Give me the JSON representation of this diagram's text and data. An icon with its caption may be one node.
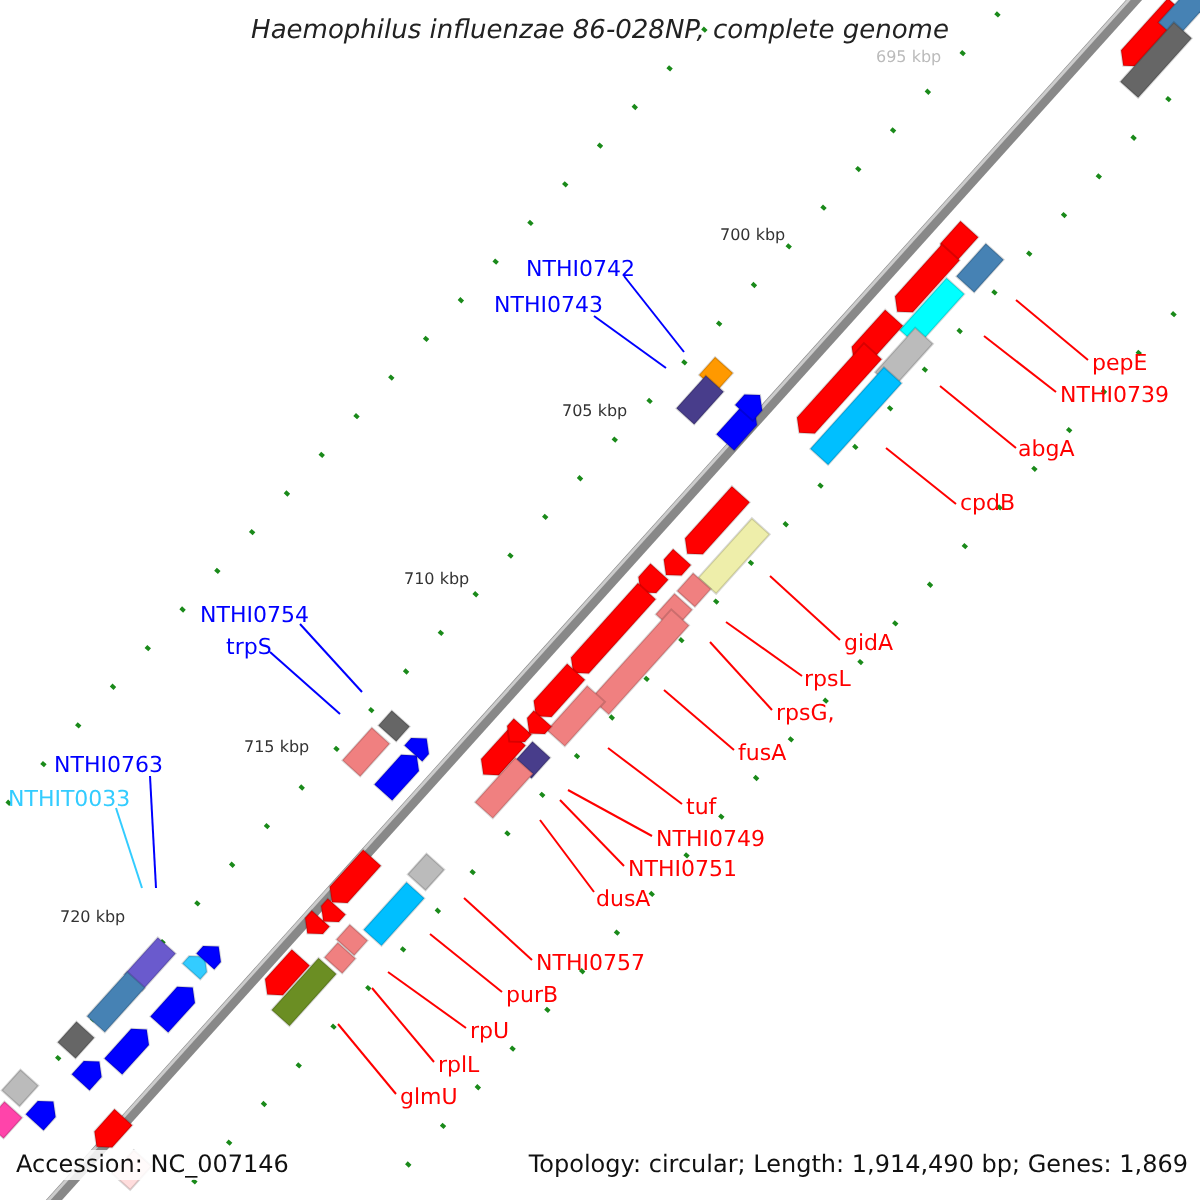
{
  "diagram": {
    "title": "Haemophilus influenzae 86-028NP, complete genome",
    "nodes": [
      {
        "text": [
          "NTHI0742"
        ]
      },
      {
        "text": [
          "NTHI0743"
        ]
      },
      {
        "text": [
          "pepE"
        ]
      },
      {
        "text": [
          "NTHI0739"
        ]
      },
      {
        "text": [
          "abgA"
        ]
      },
      {
        "text": [
          "cpdB"
        ]
      },
      {
        "text": [
          "gidA"
        ]
      },
      {
        "text": [
          "NTHI0754"
        ]
      },
      {
        "text": [
          "trpS"
        ]
      },
      {
        "text": [
          "rpsL"
        ]
      },
      {
        "text": [
          "rpsG,"
        ]
      },
      {
        "text": [
          "fusA"
        ]
      },
      {
        "text": [
          "NTHI0763"
        ]
      },
      {
        "text": [
          "NTHIT0033"
        ]
      },
      {
        "text": [
          "tuf"
        ]
      },
      {
        "text": [
          "NTHI0749"
        ]
      },
      {
        "text": [
          "NTHI0751"
        ]
      },
      {
        "text": [
          "dusA"
        ]
      },
      {
        "text": [
          "NTHI0757"
        ]
      },
      {
        "text": [
          "purB"
        ]
      },
      {
        "text": [
          "rpU"
        ]
      },
      {
        "text": [
          "rplL"
        ]
      },
      {
        "text": [
          "glmU"
        ]
      }
    ],
    "edges": [
      {
        "from": 0,
        "to": null,
        "arrow": "none",
        "color": "#0000ff"
      },
      {
        "from": 1,
        "to": null,
        "arrow": "none",
        "color": "#0000ff"
      },
      {
        "from": 2,
        "to": null,
        "arrow": "none"
      },
      {
        "from": 3,
        "to": null,
        "arrow": "none"
      },
      {
        "from": 4,
        "to": null,
        "arrow": "none"
      },
      {
        "from": 5,
        "to": null,
        "arrow": "none"
      },
      {
        "from": 6,
        "to": null,
        "arrow": "none"
      },
      {
        "from": 7,
        "to": null,
        "arrow": "none",
        "color": "#0000ff"
      },
      {
        "from": 8,
        "to": null,
        "arrow": "none",
        "color": "#0000ff"
      },
      {
        "from": 9,
        "to": null,
        "arrow": "none"
      },
      {
        "from": 10,
        "to": null,
        "arrow": "none"
      },
      {
        "from": 11,
        "to": null,
        "arrow": "none"
      },
      {
        "from": 12,
        "to": null,
        "arrow": "none",
        "color": "#0000ff"
      },
      {
        "from": 13,
        "to": null,
        "arrow": "none",
        "color": "#33ccff"
      },
      {
        "from": 14,
        "to": null,
        "arrow": "none"
      },
      {
        "from": 15,
        "to": null,
        "arrow": "none"
      },
      {
        "from": 16,
        "to": null,
        "arrow": "none"
      },
      {
        "from": 17,
        "to": null,
        "arrow": "none"
      },
      {
        "from": 18,
        "to": null,
        "arrow": "none"
      },
      {
        "from": 19,
        "to": null,
        "arrow": "none"
      },
      {
        "from": 20,
        "to": null,
        "arrow": "none"
      },
      {
        "from": 21,
        "to": null,
        "arrow": "none"
      },
      {
        "from": 22,
        "to": null,
        "arrow": "none"
      }
    ],
    "labels": [
      "695 kbp",
      "700 kbp",
      "705 kbp",
      "710 kbp",
      "715 kbp",
      "720 kbp",
      "Accession: NC_007146",
      "Topology: circular; Length: 1,914,490 bp; Genes: 1,869"
    ]
  }
}
